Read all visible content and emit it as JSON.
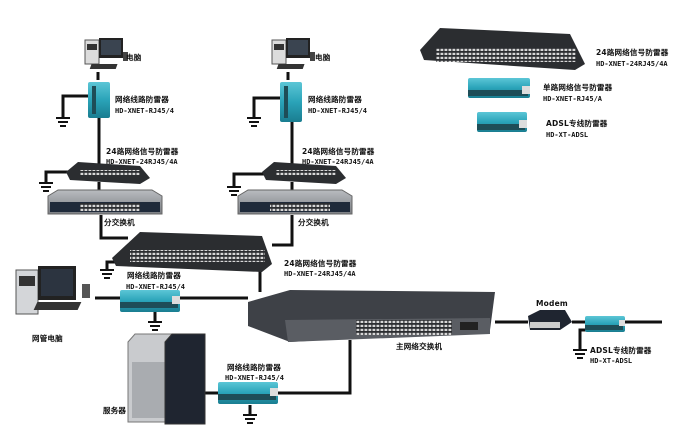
{
  "labels": {
    "pc_left": "电脑",
    "pc_mid": "电脑",
    "arrester_left": {
      "name": "网络线路防雷器",
      "model": "HD-XNET-RJ45/4"
    },
    "arrester_mid": {
      "name": "网络线路防雷器",
      "model": "HD-XNET-RJ45/4"
    },
    "panel_left": {
      "name": "24路网络信号防雷器",
      "model": "HD-XNET-24RJ45/4A"
    },
    "panel_mid": {
      "name": "24路网络信号防雷器",
      "model": "HD-XNET-24RJ45/4A"
    },
    "switch_left": "分交换机",
    "switch_mid": "分交换机",
    "panel_center": {
      "name": "24路网络信号防雷器",
      "model": "HD-XNET-24RJ45/4A"
    },
    "arrester_mgmt": {
      "name": "网络线路防雷器",
      "model": "HD-XNET-RJ45/4"
    },
    "mgmt_pc": "网管电脑",
    "server": "服务器",
    "arrester_server": {
      "name": "网络线路防雷器",
      "model": "HD-XNET-RJ45/4"
    },
    "main_switch": "主网络交换机",
    "modem": "Modem",
    "adsl_arrester": {
      "name": "ADSL专线防雷器",
      "model": "HD-XT-ADSL"
    }
  },
  "legend": [
    {
      "name": "24路网络信号防雷器",
      "model": "HD-XNET-24RJ45/4A"
    },
    {
      "name": "单路网络信号防雷器",
      "model": "HD-XNET-RJ45/A"
    },
    {
      "name": "ADSL专线防雷器",
      "model": "HD-XT-ADSL"
    }
  ],
  "colors": {
    "arrester": "#2aa3b8",
    "device_dark": "#2b2d30",
    "switch_grey": "#8a8d92",
    "wire": "#111111"
  }
}
